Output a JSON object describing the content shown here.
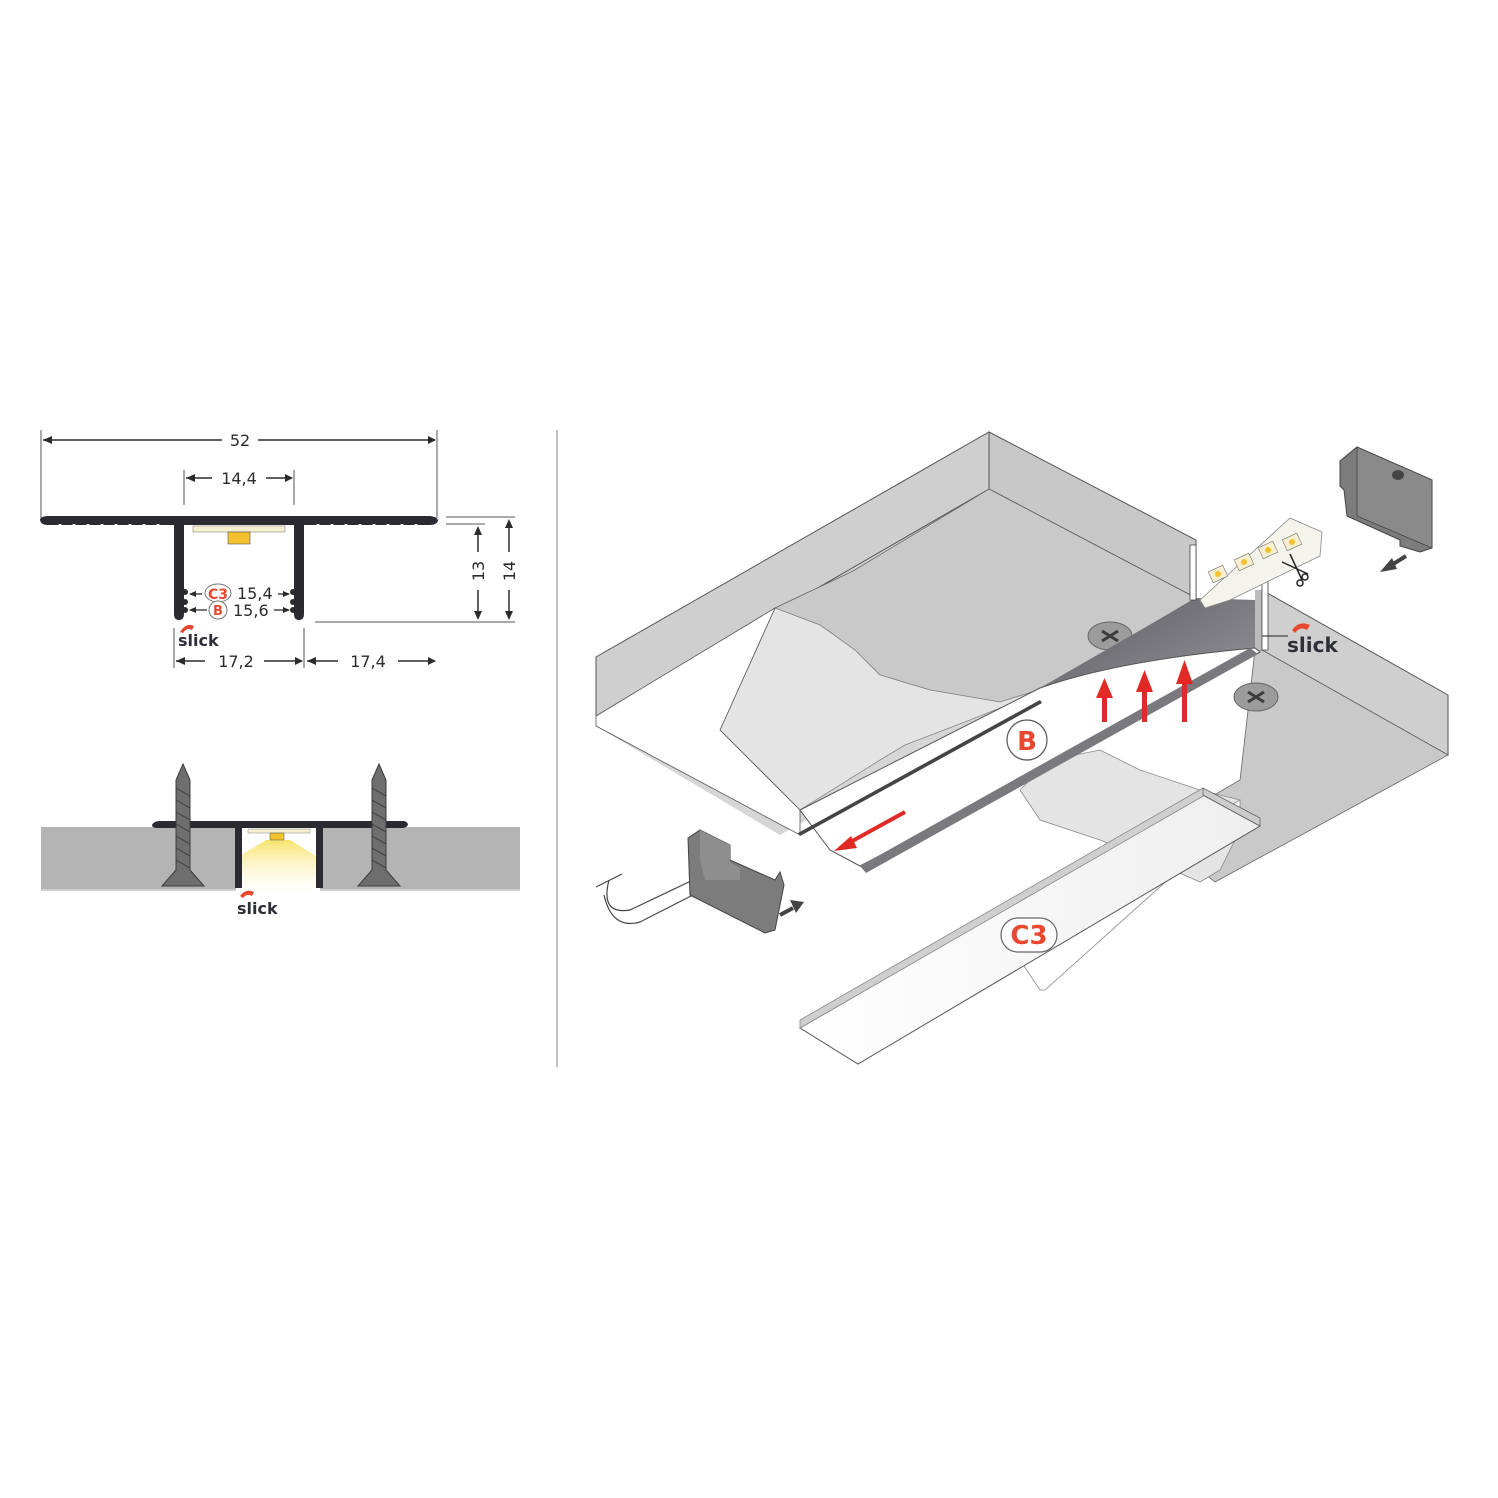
{
  "colors": {
    "profile": "#2a2a30",
    "accent_red": "#e8482f",
    "arrow_red": "#e02a26",
    "led_yellow": "#f2c12e",
    "led_strip": "#f6efcf",
    "wall_gray": "#b4b4b4",
    "plaster": "#d7d7d7",
    "plaster_dark": "#c6c6c6",
    "screw_gray": "#6e6e6e",
    "end_cap": "#7c7c7c",
    "dim_line": "#2b2b2b"
  },
  "cross_section": {
    "dimensions": {
      "total_width": "52",
      "top_inner_width": "14,4",
      "inner_height": "13",
      "total_height": "14",
      "bottom_left_width": "17,2",
      "bottom_right_width": "17,4"
    },
    "inner_openings": [
      {
        "badge": "C3",
        "value": "15,4"
      },
      {
        "badge": "B",
        "value": "15,6"
      }
    ],
    "brand_label": "slick"
  },
  "installed_view": {
    "brand_label": "slick"
  },
  "isometric_view": {
    "brand_label": "slick",
    "part_labels": {
      "profile_badge": "B",
      "diffuser_badge": "C3"
    },
    "icons": [
      "scissors-icon",
      "screw-head-icon",
      "end-cap",
      "arrow-icon"
    ]
  }
}
